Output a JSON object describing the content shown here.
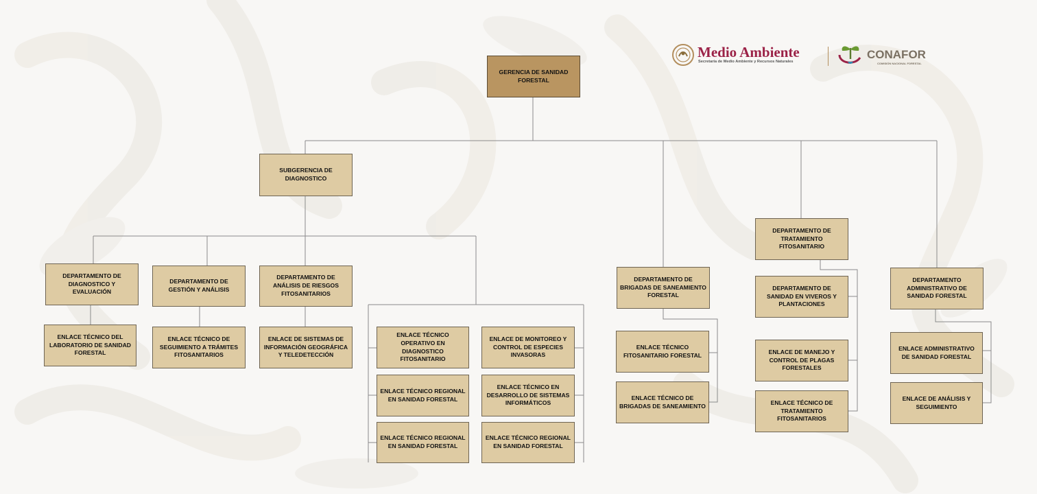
{
  "logos": {
    "medio_ambiente_title": "Medio Ambiente",
    "medio_ambiente_subtitle": "Secretaría de Medio Ambiente y Recursos Naturales",
    "conafor_title": "CONAFOR",
    "conafor_subtitle": "COMISIÓN NACIONAL FORESTAL"
  },
  "colors": {
    "box_fill": "#decba3",
    "top_box_fill": "#b99561",
    "box_border": "#6d6352",
    "connector": "#8a8a8a",
    "medio_ambiente_brand": "#9b2247",
    "conafor_brand": "#7a7062"
  },
  "org_chart": {
    "gerencia": "GERENCIA DE SANIDAD FORESTAL",
    "subgerencia": "SUBGERENCIA DE DIAGNOSTICO",
    "depto_diagnostico": "DEPARTAMENTO DE DIAGNOSTICO Y EVALUACIÓN",
    "enlace_laboratorio": "ENLACE TÉCNICO DEL LABORATORIO DE SANIDAD FORESTAL",
    "depto_gestion": "DEPARTAMENTO DE GESTIÓN Y ANÁLISIS",
    "enlace_seguimiento": "ENLACE TÉCNICO DE SEGUIMIENTO A TRÁMITES FITOSANITARIOS",
    "depto_riesgos": "DEPARTAMENTO DE ANÁLISIS DE RIESGOS FITOSANITARIOS",
    "enlace_sig": "ENLACE DE SISTEMAS DE INFORMACIÓN GEOGRÁFICA\nY      TELEDETECCIÓN",
    "enlace_operativo": "ENLACE TÉCNICO OPERATIVO EN DIAGNOSTICO FITOSANITARIO",
    "enlace_regional_1": "ENLACE TÉCNICO REGIONAL EN SANIDAD FORESTAL",
    "enlace_regional_2": "ENLACE TÉCNICO REGIONAL EN SANIDAD FORESTAL",
    "enlace_monitoreo": "ENLACE DE MONITOREO Y CONTROL DE ESPECIES INVASORAS",
    "enlace_desarrollo": "ENLACE TÉCNICO EN DESARROLLO DE SISTEMAS INFORMÁTICOS",
    "enlace_regional_3": "ENLACE TÉCNICO REGIONAL EN SANIDAD FORESTAL",
    "depto_brigadas": "DEPARTAMENTO DE BRIGADAS DE SANEAMIENTO FORESTAL",
    "enlace_fitosanitario": "ENLACE TÉCNICO FITOSANITARIO FORESTAL",
    "enlace_brigadas": "ENLACE TÉCNICO DE BRIGADAS DE SANEAMIENTO",
    "depto_tratamiento": "DEPARTAMENTO DE TRATAMIENTO FITOSANITARIO",
    "depto_viveros": "DEPARTAMENTO DE SANIDAD EN VIVEROS Y PLANTACIONES",
    "enlace_manejo": "ENLACE DE MANEJO Y CONTROL DE PLAGAS FORESTALES",
    "enlace_tratamiento": "ENLACE TÉCNICO DE TRATAMIENTO FITOSANITARIOS",
    "depto_administrativo": "DEPARTAMENTO ADMINISTRATIVO DE SANIDAD FORESTAL",
    "enlace_administrativo": "ENLACE ADMINISTRATIVO DE SANIDAD FORESTAL",
    "enlace_analisis": "ENLACE DE ANÁLISIS Y SEGUIMIENTO"
  }
}
